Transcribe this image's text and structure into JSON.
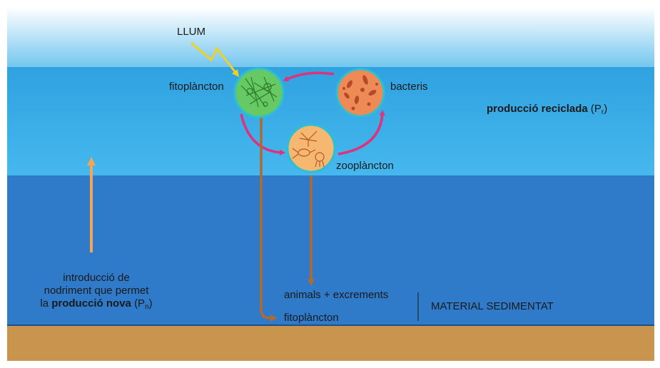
{
  "colors": {
    "sky_top": "#ffffff",
    "sky_bottom": "#74c6ef",
    "upper_water": "#36a8e4",
    "lower_water": "#2e78c8",
    "sediment": "#c9944e",
    "recycle_arrow": "#e0317a",
    "flux_arrow": "#b06a30",
    "input_arrow": "#f3a655",
    "light_bolt": "#f2d020",
    "phyto_fill": "#66c964",
    "zoo_fill": "#f6b870",
    "bact_fill": "#ee8a55",
    "organism_ring": "#2ec0d0"
  },
  "labels": {
    "light": "LLUM",
    "phytoplankton": "fitoplàncton",
    "bacteria": "bacteris",
    "zooplankton": "zooplàncton",
    "recycled_production_bold": "producció reciclada",
    "recycled_production_symbol": "(P",
    "recycled_production_sub": "r",
    "input_line1": "introducció de",
    "input_line2": "nodriment que permet",
    "input_line3_prefix": "la ",
    "input_line3_bold": "producció nova",
    "input_line3_symbol": "(P",
    "input_line3_sub": "n",
    "close_paren": ")",
    "sediment_animals": "animals + excrements",
    "sediment_phyto": "fitoplàncton",
    "sedimented_material": "MATERIAL SEDIMENTAT"
  }
}
